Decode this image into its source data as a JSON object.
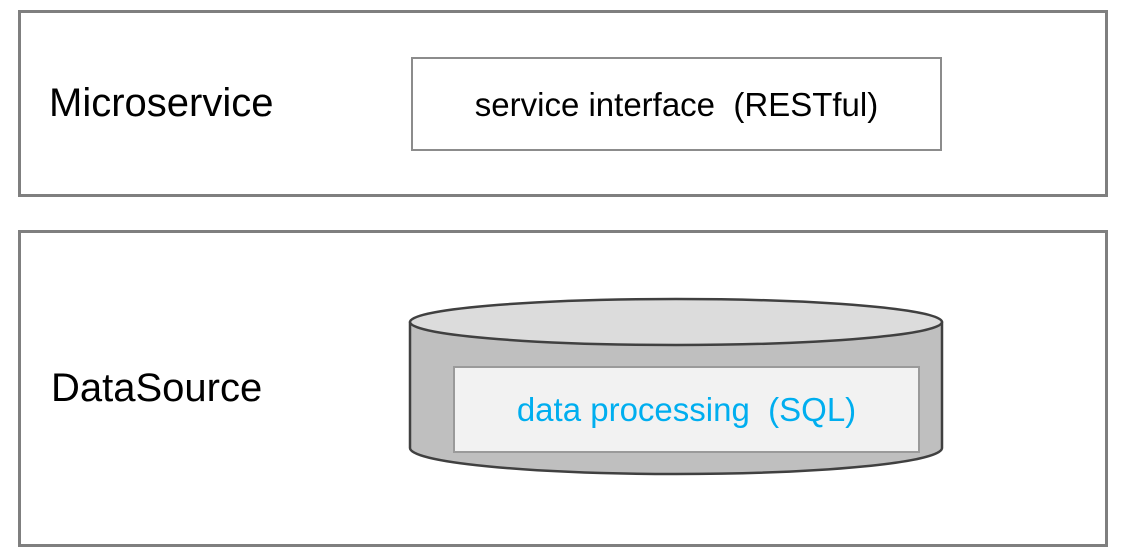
{
  "diagram": {
    "type": "layered-architecture-diagram",
    "layers": [
      {
        "id": "microservice",
        "label": "Microservice",
        "component": {
          "id": "service-interface",
          "shape": "rectangle",
          "label": "service interface  (RESTful)",
          "text_color": "#000000",
          "fill": "#ffffff",
          "border_color": "#8c8c8c"
        },
        "border_color": "#7f7f7f",
        "fill": "#ffffff"
      },
      {
        "id": "datasource",
        "label": "DataSource",
        "component": {
          "id": "database-cylinder",
          "shape": "cylinder",
          "label": "data processing  (SQL)",
          "text_color": "#00AEEF",
          "body_fill": "#bfbfbf",
          "top_fill": "#dcdcdc",
          "outline_color": "#404040",
          "inner_box_fill": "#f2f2f2",
          "inner_box_border": "#9a9a9a"
        },
        "border_color": "#7f7f7f",
        "fill": "#ffffff"
      }
    ],
    "colors": {
      "accent_blue": "#00AEEF",
      "outline_gray": "#7f7f7f",
      "cylinder_gray": "#bfbfbf",
      "cylinder_top_gray": "#dcdcdc",
      "text_black": "#000000",
      "background": "#ffffff"
    }
  }
}
